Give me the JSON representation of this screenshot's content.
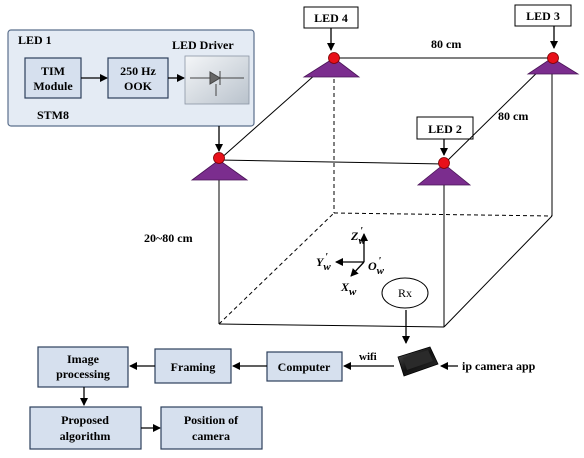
{
  "led1_panel": {
    "title": "LED 1",
    "tim_line1": "TIM",
    "tim_line2": "Module",
    "ook_line1": "250 Hz",
    "ook_line2": "OOK",
    "driver_label": "LED Driver",
    "mcu_label": "STM8"
  },
  "leds": {
    "led2": "LED 2",
    "led3": "LED 3",
    "led4": "LED 4"
  },
  "dimensions": {
    "width": "80 cm",
    "depth": "80 cm",
    "height": "20~80 cm"
  },
  "axes": {
    "z": "Z",
    "y": "Y",
    "x": "X",
    "o": "O",
    "sub": "w",
    "prime": "'"
  },
  "receiver": "Rx",
  "pipeline": {
    "app": "ip camera app",
    "wifi": "wifi",
    "computer": "Computer",
    "framing": "Framing",
    "image_proc_line1": "Image",
    "image_proc_line2": "processing",
    "algo_line1": "Proposed",
    "algo_line2": "algorithm",
    "position_line1": "Position of",
    "position_line2": "camera"
  },
  "colors": {
    "led_triangle": "#7b2d8e",
    "led_dot": "#e8101a",
    "box_fill": "#d6e0ee",
    "panel_fill": "#e4ebf4"
  }
}
